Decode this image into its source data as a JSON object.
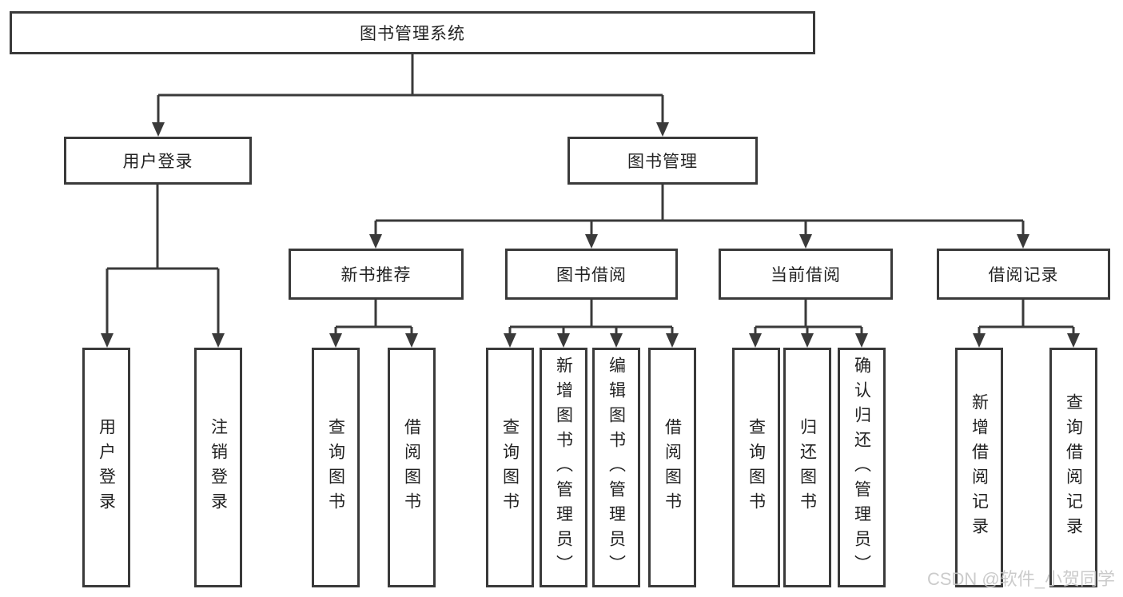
{
  "diagram": {
    "title": "图书管理系统",
    "branches": [
      {
        "label": "用户登录",
        "children": [
          {
            "label": "用户登录"
          },
          {
            "label": "注销登录"
          }
        ]
      },
      {
        "label": "图书管理",
        "children": [
          {
            "label": "新书推荐",
            "children": [
              {
                "label": "查询图书"
              },
              {
                "label": "借阅图书"
              }
            ]
          },
          {
            "label": "图书借阅",
            "children": [
              {
                "label": "查询图书"
              },
              {
                "label": "新增图书（管理员）"
              },
              {
                "label": "编辑图书（管理员）"
              },
              {
                "label": "借阅图书"
              }
            ]
          },
          {
            "label": "当前借阅",
            "children": [
              {
                "label": "查询图书"
              },
              {
                "label": "归还图书"
              },
              {
                "label": "确认归还（管理员）"
              }
            ]
          },
          {
            "label": "借阅记录",
            "children": [
              {
                "label": "新增借阅记录"
              },
              {
                "label": "查询借阅记录"
              }
            ]
          }
        ]
      }
    ],
    "line_color": "#3a3a3a",
    "text_color": "#222222"
  },
  "watermark": {
    "text": "CSDN @软件_小贺同学"
  }
}
